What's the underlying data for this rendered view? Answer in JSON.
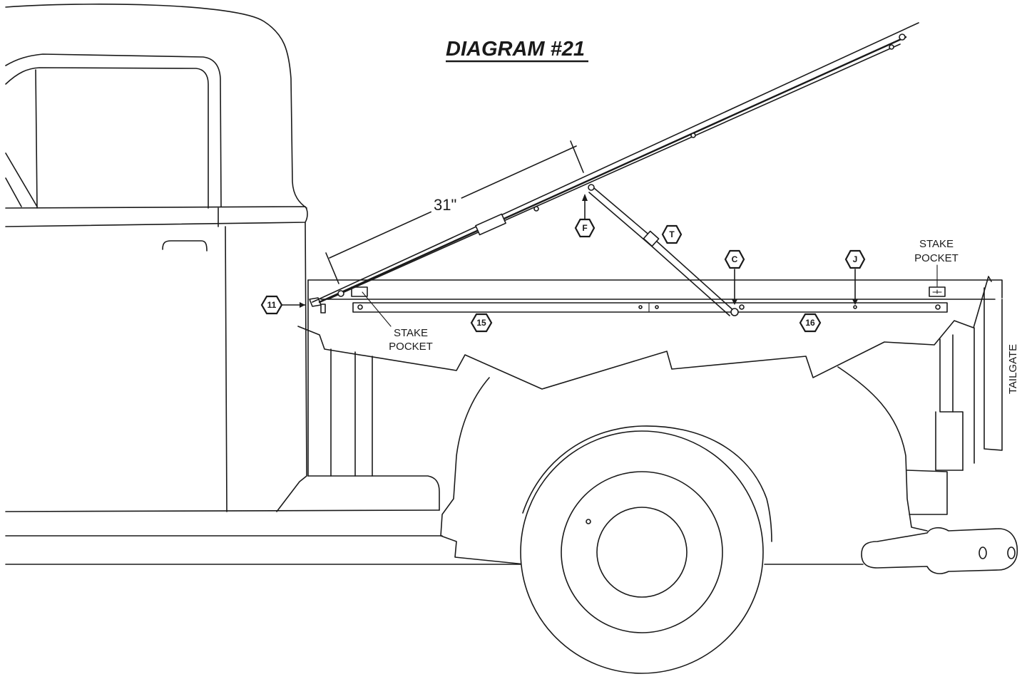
{
  "title": "DIAGRAM #21",
  "dimension": "31\"",
  "labels": {
    "stake_pocket_left": [
      "STAKE",
      "POCKET"
    ],
    "stake_pocket_right": [
      "STAKE",
      "POCKET"
    ],
    "tailgate": "TAILGATE"
  },
  "callouts": {
    "c11": "11",
    "cF": "F",
    "cT": "T",
    "cC": "C",
    "cJ": "J",
    "c15": "15",
    "c16": "16"
  },
  "colors": {
    "line": "#1a1a1a",
    "background": "#ffffff"
  }
}
